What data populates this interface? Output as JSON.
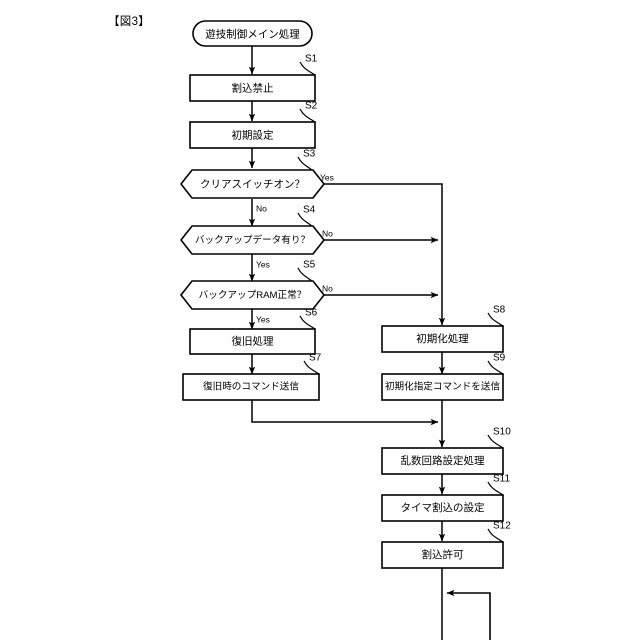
{
  "figure": {
    "label": "【図3】",
    "title": "遊技制御メイン処理"
  },
  "diagram": {
    "type": "flowchart",
    "orientation": "top-down",
    "start_node": {
      "shape": "terminator",
      "text": "遊技制御メイン処理"
    },
    "nodes": [
      {
        "id": "S1",
        "shape": "process",
        "text": "割込禁止",
        "step": "S1",
        "column": "left"
      },
      {
        "id": "S2",
        "shape": "process",
        "text": "初期設定",
        "step": "S2",
        "column": "left"
      },
      {
        "id": "S3",
        "shape": "decision",
        "text": "クリアスイッチオン？",
        "step": "S3",
        "column": "left"
      },
      {
        "id": "S4",
        "shape": "decision",
        "text": "バックアップデータ有り？",
        "step": "S4",
        "column": "left"
      },
      {
        "id": "S5",
        "shape": "decision",
        "text": "バックアップRAM正常？",
        "step": "S5",
        "column": "left"
      },
      {
        "id": "S6",
        "shape": "process",
        "text": "復旧処理",
        "step": "S6",
        "column": "left"
      },
      {
        "id": "S7",
        "shape": "process",
        "text": "復旧時のコマンド送信",
        "step": "S7",
        "column": "left"
      },
      {
        "id": "S8",
        "shape": "process",
        "text": "初期化処理",
        "step": "S8",
        "column": "right"
      },
      {
        "id": "S9",
        "shape": "process",
        "text": "初期化指定コマンドを送信",
        "step": "S9",
        "column": "right"
      },
      {
        "id": "S10",
        "shape": "process",
        "text": "乱数回路設定処理",
        "step": "S10",
        "column": "right"
      },
      {
        "id": "S11",
        "shape": "process",
        "text": "タイマ割込の設定",
        "step": "S11",
        "column": "right"
      },
      {
        "id": "S12",
        "shape": "process",
        "text": "割込許可",
        "step": "S12",
        "column": "right"
      }
    ],
    "branch_labels": [
      {
        "from": "S3",
        "label": "Yes",
        "direction": "right"
      },
      {
        "from": "S3",
        "label": "No",
        "direction": "down"
      },
      {
        "from": "S4",
        "label": "No",
        "direction": "right"
      },
      {
        "from": "S4",
        "label": "Yes",
        "direction": "down"
      },
      {
        "from": "S5",
        "label": "No",
        "direction": "right"
      },
      {
        "from": "S5",
        "label": "Yes",
        "direction": "down"
      }
    ],
    "edges": [
      {
        "from": "start",
        "to": "S1"
      },
      {
        "from": "S1",
        "to": "S2"
      },
      {
        "from": "S2",
        "to": "S3"
      },
      {
        "from": "S3",
        "to": "S4",
        "label": "No"
      },
      {
        "from": "S3",
        "to": "S8",
        "label": "Yes"
      },
      {
        "from": "S4",
        "to": "S5",
        "label": "Yes"
      },
      {
        "from": "S4",
        "to": "S8",
        "label": "No"
      },
      {
        "from": "S5",
        "to": "S6",
        "label": "Yes"
      },
      {
        "from": "S5",
        "to": "S8",
        "label": "No"
      },
      {
        "from": "S6",
        "to": "S7"
      },
      {
        "from": "S7",
        "to": "S10"
      },
      {
        "from": "S8",
        "to": "S9"
      },
      {
        "from": "S9",
        "to": "S10"
      },
      {
        "from": "S10",
        "to": "S11"
      },
      {
        "from": "S11",
        "to": "S12"
      },
      {
        "from": "S12",
        "to": "loop-back"
      }
    ],
    "loop_back": {
      "shape": "rectangle-return-path",
      "arrow": "left"
    }
  },
  "colors": {
    "stroke": "#000000",
    "fill": "#ffffff",
    "background": "#ffffff"
  }
}
